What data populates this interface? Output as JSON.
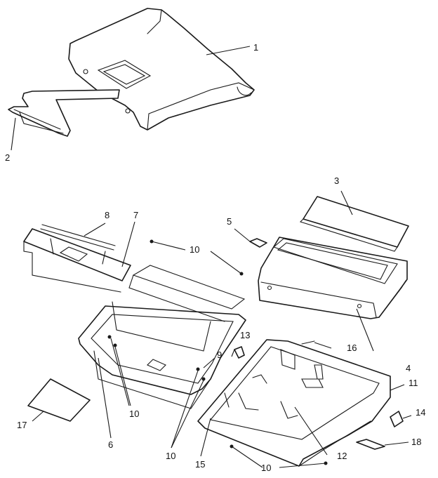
{
  "colors": {
    "line": "#1a1a1a",
    "background": "#ffffff"
  },
  "callouts": {
    "c1": "1",
    "c2": "2",
    "c3": "3",
    "c4": "4",
    "c5": "5",
    "c6": "6",
    "c7": "7",
    "c8": "8",
    "c9": "9",
    "c10": "10",
    "c11": "11",
    "c12": "12",
    "c13": "13",
    "c14": "14",
    "c15": "15",
    "c16": "16",
    "c17": "17",
    "c18": "18"
  }
}
